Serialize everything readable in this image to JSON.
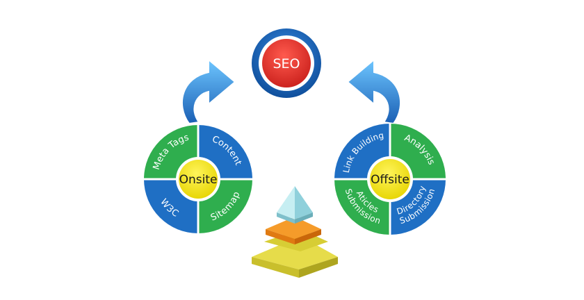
{
  "seo": {
    "label": "SEO"
  },
  "onsite": {
    "hub": "Onsite",
    "segments": {
      "meta_tags": "Meta Tags",
      "content": "Content",
      "w3c": "W3C",
      "sitemap": "Sitemap"
    }
  },
  "offsite": {
    "hub": "Offsite",
    "segments": {
      "link_building": "Link Building",
      "analysis": "Analysis",
      "articles": [
        "Aticles",
        "Submission"
      ],
      "directory": [
        "Directory",
        "Submission"
      ]
    }
  },
  "colors": {
    "green": "#2fae4e",
    "blue": "#1f6fc4",
    "hub_yellow": "#f6e81a",
    "seo_red": "#e8302c",
    "arrow_blue": "#2e86de",
    "pyramid_top": "#a8dfe6",
    "pyramid_mid": "#f08a1c",
    "pyramid_base": "#d9d03a"
  },
  "icons": [
    "curved-arrow-icon",
    "pyramid-icon"
  ]
}
